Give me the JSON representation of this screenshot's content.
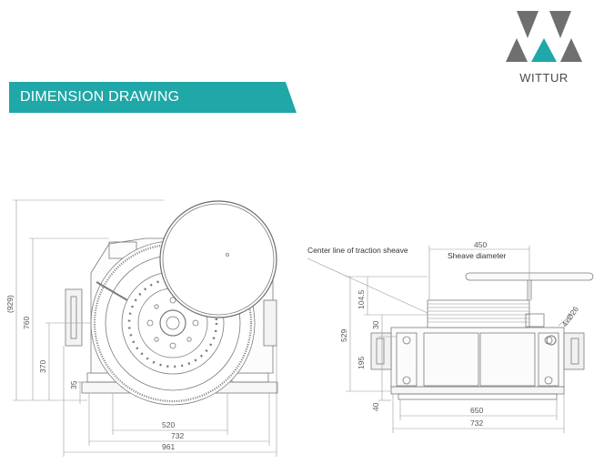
{
  "brand": {
    "name": "WITTUR",
    "logo": "wittur-logo-icon",
    "colors": {
      "teal": "#20a7a8",
      "gray": "#6f6f6f"
    }
  },
  "banner": {
    "title": "DIMENSION DRAWING",
    "color": "#20a7a8"
  },
  "left_view": {
    "height_dims": [
      "(929)",
      "760",
      "370",
      "35"
    ],
    "width_dims": [
      "520",
      "732",
      "961"
    ]
  },
  "right_view": {
    "label_centerline": "Center line of traction sheave",
    "label_sheave": "Sheave diameter",
    "sheave_width": "450",
    "vertical_dims": [
      "529",
      "104.5",
      "30",
      "195",
      "40"
    ],
    "hole_dim": "4xØ26",
    "width_dims": [
      "650",
      "732"
    ]
  }
}
